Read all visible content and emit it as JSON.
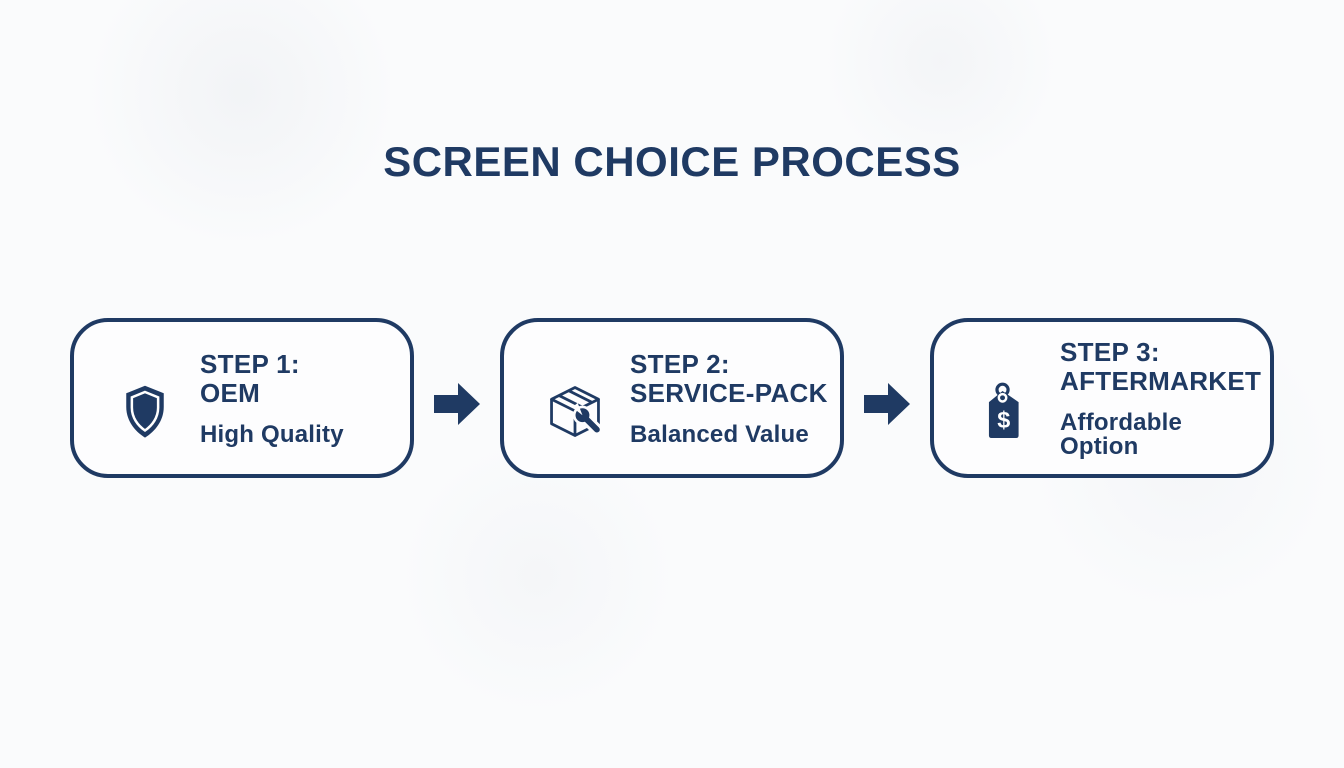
{
  "title": "SCREEN CHOICE PROCESS",
  "steps": [
    {
      "step_label": "STEP 1:",
      "name": "OEM",
      "description": "High Quality",
      "icon": "shield-icon"
    },
    {
      "step_label": "STEP 2:",
      "name": "SERVICE-PACK",
      "description": "Balanced Value",
      "icon": "package-wrench-icon"
    },
    {
      "step_label": "STEP 3:",
      "name": "AFTERMARKET",
      "description": "Affordable Option",
      "icon": "price-tag-icon"
    }
  ],
  "connectors": [
    {
      "icon": "arrow-right-icon"
    },
    {
      "icon": "arrow-right-icon"
    }
  ],
  "colors": {
    "navy": "#1f3a63",
    "background": "#fafbfc",
    "box_background": "#fdfdfe",
    "icon_inner": "#ffffff"
  }
}
